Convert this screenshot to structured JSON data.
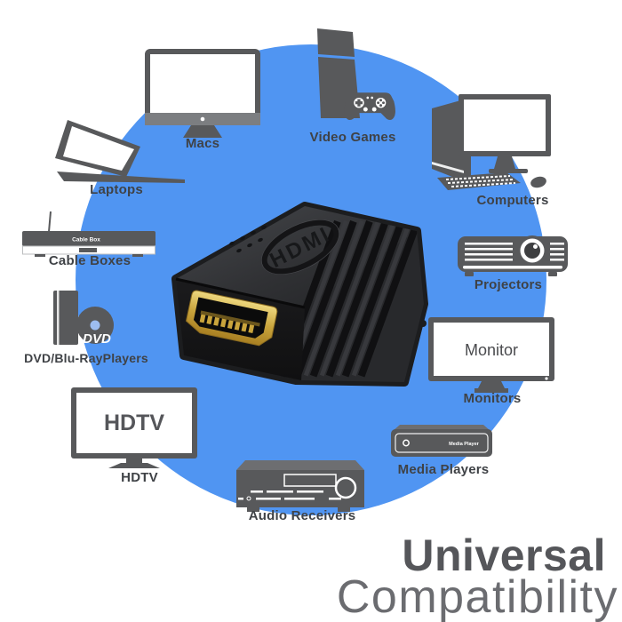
{
  "title": {
    "line1": "Universal",
    "line2": "Compatibility"
  },
  "center_product": {
    "embossed_label": "HDMI"
  },
  "devices": {
    "macs": {
      "label": "Macs"
    },
    "laptops": {
      "label": "Laptops"
    },
    "video_games": {
      "label": "Video Games"
    },
    "computers": {
      "label": "Computers"
    },
    "cable_boxes": {
      "label": "Cable Boxes",
      "panel_text": "Cable Box"
    },
    "projectors": {
      "label": "Projectors"
    },
    "dvd_players": {
      "label": "DVD/Blu-RayPlayers",
      "disc_text": "DVD"
    },
    "monitors": {
      "label": "Monitors",
      "screen_text": "Monitor"
    },
    "hdtv": {
      "label": "HDTV",
      "screen_text": "HDTV"
    },
    "media_players": {
      "label": "Media Players",
      "panel_text": "Media Player"
    },
    "audio_receivers": {
      "label": "Audio Receivers"
    }
  },
  "colors": {
    "circle_blue": "#5095F2",
    "icon_gray": "#58595B",
    "label_text": "#3F4246",
    "title_bold": "#55565A",
    "title_light": "#6B6C70",
    "adapter_gold": "#C9A43C"
  }
}
